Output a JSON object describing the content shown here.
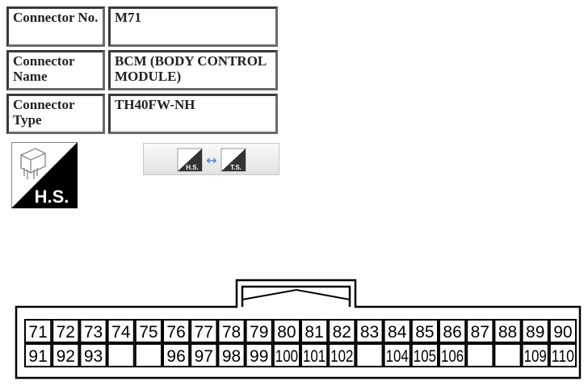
{
  "connector_info": [
    {
      "label": "Connector No.",
      "value": "M71"
    },
    {
      "label": "Connector Name",
      "value": "BCM (BODY CONTROL MODULE)"
    },
    {
      "label": "Connector Type",
      "value": "TH40FW-NH"
    }
  ],
  "view_icon": {
    "label": "H.S.",
    "icon": "harness-side-icon"
  },
  "toggle_button": {
    "from_label": "H.S.",
    "to_label": "T.S.",
    "arrow": "↔",
    "icon": "view-toggle-icon"
  },
  "connector": {
    "row1": [
      "71",
      "72",
      "73",
      "74",
      "75",
      "76",
      "77",
      "78",
      "79",
      "80",
      "81",
      "82",
      "83",
      "84",
      "85",
      "86",
      "87",
      "88",
      "89",
      "90"
    ],
    "row2": [
      "91",
      "92",
      "93",
      "",
      "",
      "96",
      "97",
      "98",
      "99",
      "100",
      "101",
      "102",
      "",
      "104",
      "105",
      "106",
      "",
      "",
      "109",
      "110"
    ]
  }
}
